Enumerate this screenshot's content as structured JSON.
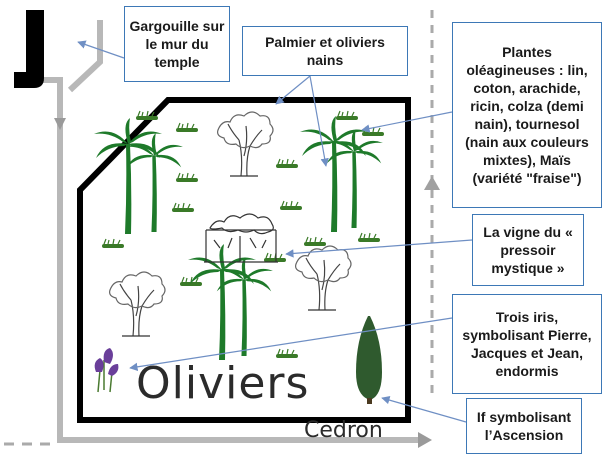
{
  "diagram": {
    "title_label": "Oliviers",
    "stream_label": "Cedron",
    "callouts": {
      "gargouille": "Gargouille sur le mur du temple",
      "palmier": "Palmier et oliviers nains",
      "plantes": "Plantes oléagineuses : lin, coton, arachide, ricin, colza (demi nain), tournesol (nain aux couleurs mixtes), Maïs (variété \"fraise\")",
      "vigne": "La vigne du « pressoir mystique »",
      "iris": "Trois iris, symbolisant Pierre, Jacques et Jean, endormis",
      "if": "If symbolisant l’Ascension"
    },
    "colors": {
      "callout_border": "#3d78b6",
      "arrow": "#6f8fc4",
      "wall": "#000000",
      "path_grey": "#b8b8b8",
      "palm_green": "#1e7a2a",
      "cypress_green": "#2f5a2e",
      "grass_green": "#3a7a28"
    }
  }
}
